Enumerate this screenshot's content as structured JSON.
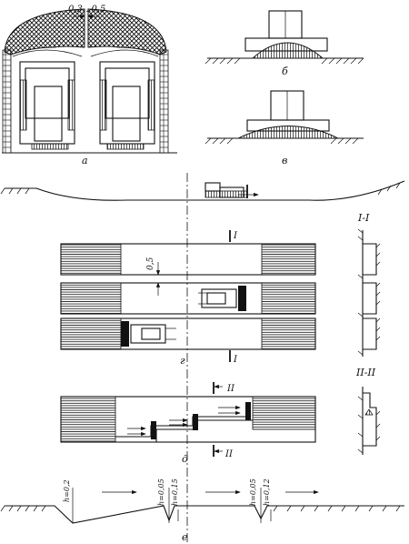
{
  "labels": {
    "gap": "0,3...0,5",
    "a": "а",
    "b": "б",
    "v": "в",
    "g": "г",
    "d": "д",
    "e": "е",
    "section_1": "I-I",
    "section_2": "II-II",
    "mark_I": "I",
    "mark_II": "II",
    "dim_05": "0,5",
    "h_02": "h=0,2",
    "h_005a": "h=0,05",
    "h_015": "h=0,15",
    "h_005b": "h=0,05",
    "h_012": "h=0,12"
  }
}
